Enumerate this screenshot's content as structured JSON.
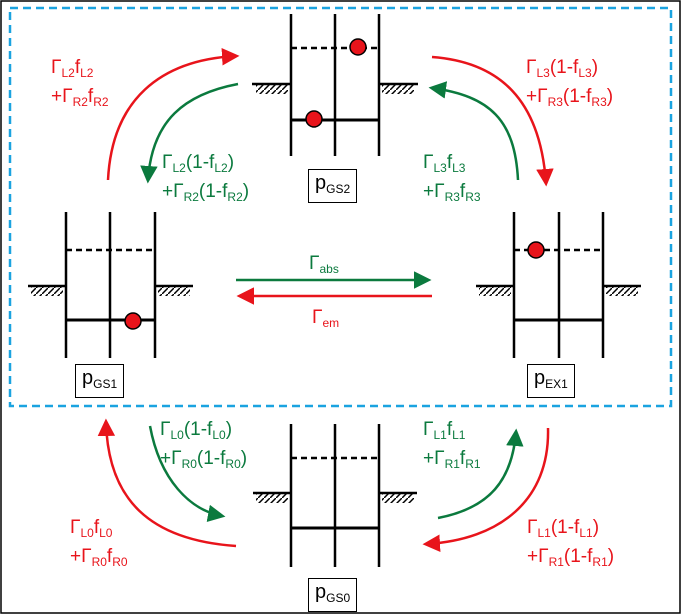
{
  "states": [
    {
      "id": "GS2",
      "label_main": "p",
      "label_sub": "GS2"
    },
    {
      "id": "GS1",
      "label_main": "p",
      "label_sub": "GS1"
    },
    {
      "id": "EX1",
      "label_main": "p",
      "label_sub": "EX1"
    },
    {
      "id": "GS0",
      "label_main": "p",
      "label_sub": "GS0"
    }
  ],
  "rates": {
    "gs1_to_gs2": {
      "l1": "Γ",
      "s1": "L2",
      "l2": "f",
      "s2": "L2",
      "l3": "+Γ",
      "s3": "R2",
      "l4": "f",
      "s4": "R2"
    },
    "gs2_to_gs1": {
      "l1": "Γ",
      "s1": "L2",
      "l2": "(1-f",
      "s2": "L2",
      "l2b": ")",
      "l3": "+Γ",
      "s3": "R2",
      "l4": "(1-f",
      "s4": "R2",
      "l4b": ")"
    },
    "gs2_to_ex1": {
      "l1": "Γ",
      "s1": "L3",
      "l2": "(1-f",
      "s2": "L3",
      "l2b": ")",
      "l3": "+Γ",
      "s3": "R3",
      "l4": "(1-f",
      "s4": "R3",
      "l4b": ")"
    },
    "ex1_to_gs2": {
      "l1": "Γ",
      "s1": "L3",
      "l2": "f",
      "s2": "L3",
      "l3": "+Γ",
      "s3": "R3",
      "l4": "f",
      "s4": "R3"
    },
    "abs": {
      "l1": "Γ",
      "s1": "abs"
    },
    "em": {
      "l1": "Γ",
      "s1": "em"
    },
    "gs1_to_gs0": {
      "l1": "Γ",
      "s1": "L0",
      "l2": "(1-f",
      "s2": "L0",
      "l2b": ")",
      "l3": "+Γ",
      "s3": "R0",
      "l4": "(1-f",
      "s4": "R0",
      "l4b": ")"
    },
    "gs0_to_gs1": {
      "l1": "Γ",
      "s1": "L0",
      "l2": "f",
      "s2": "L0",
      "l3": "+Γ",
      "s3": "R0",
      "l4": "f",
      "s4": "R0"
    },
    "gs0_to_ex1": {
      "l1": "Γ",
      "s1": "L1",
      "l2": "f",
      "s2": "L1",
      "l3": "+Γ",
      "s3": "R1",
      "l4": "f",
      "s4": "R1"
    },
    "ex1_to_gs0": {
      "l1": "Γ",
      "s1": "L1",
      "l2": "(1-f",
      "s2": "L1",
      "l2b": ")",
      "l3": "+Γ",
      "s3": "R1",
      "l4": "(1-f",
      "s4": "R1",
      "l4b": ")"
    }
  },
  "colors": {
    "red": "#e8141b",
    "green": "#0b7a3e",
    "dashed_box": "#1aa3e0",
    "electron": "#e8141b"
  }
}
